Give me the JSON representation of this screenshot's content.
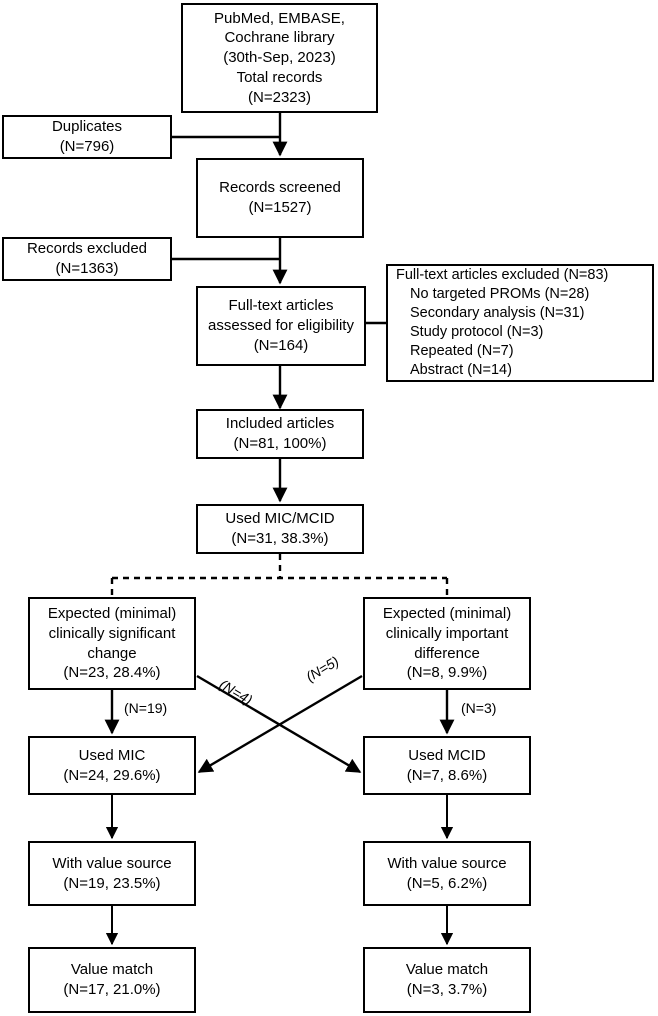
{
  "diagram": {
    "title": "Study selection flow diagram",
    "type": "prisma-flowchart",
    "stroke_color": "#000000",
    "background_color": "#ffffff"
  },
  "nodes": {
    "records_identified": {
      "lines": [
        "PubMed, EMBASE,",
        "Cochrane library",
        "(30th-Sep, 2023)",
        "Total records",
        "(N=2323)"
      ]
    },
    "duplicates": {
      "lines": [
        "Duplicates",
        "(N=796)"
      ]
    },
    "records_screened": {
      "lines": [
        "Records screened",
        "(N=1527)"
      ]
    },
    "records_excluded": {
      "lines": [
        "Records excluded",
        "(N=1363)"
      ]
    },
    "fulltext_assessed": {
      "lines": [
        "Full-text articles",
        "assessed for eligibility",
        "(N=164)"
      ]
    },
    "fulltext_excluded": {
      "lines": [
        "Full-text articles excluded (N=83)",
        "No targeted PROMs (N=28)",
        "Secondary analysis (N=31)",
        "Study protocol (N=3)",
        "Repeated (N=7)",
        "Abstract (N=14)"
      ]
    },
    "included_articles": {
      "lines": [
        "Included articles",
        "(N=81, 100%)"
      ]
    },
    "used_mic_mcid": {
      "lines": [
        "Used MIC/MCID",
        "(N=31, 38.3%)"
      ]
    },
    "expected_mcsc": {
      "lines": [
        "Expected (minimal)",
        "clinically significant",
        "change",
        "(N=23, 28.4%)"
      ]
    },
    "expected_mcid": {
      "lines": [
        "Expected (minimal)",
        "clinically important",
        "difference",
        "(N=8, 9.9%)"
      ]
    },
    "used_mic": {
      "lines": [
        "Used MIC",
        "(N=24, 29.6%)"
      ]
    },
    "used_mcid": {
      "lines": [
        "Used MCID",
        "(N=7, 8.6%)"
      ]
    },
    "value_source_left": {
      "lines": [
        "With value source",
        "(N=19, 23.5%)"
      ]
    },
    "value_source_right": {
      "lines": [
        "With value source",
        "(N=5, 6.2%)"
      ]
    },
    "value_match_left": {
      "lines": [
        "Value match",
        "(N=17, 21.0%)"
      ]
    },
    "value_match_right": {
      "lines": [
        "Value match",
        "(N=3, 3.7%)"
      ]
    }
  },
  "edge_labels": {
    "left_down": "(N=19)",
    "right_down": "(N=3)",
    "cross_left_to_right": "(N=4)",
    "cross_right_to_left": "(N=5)"
  }
}
